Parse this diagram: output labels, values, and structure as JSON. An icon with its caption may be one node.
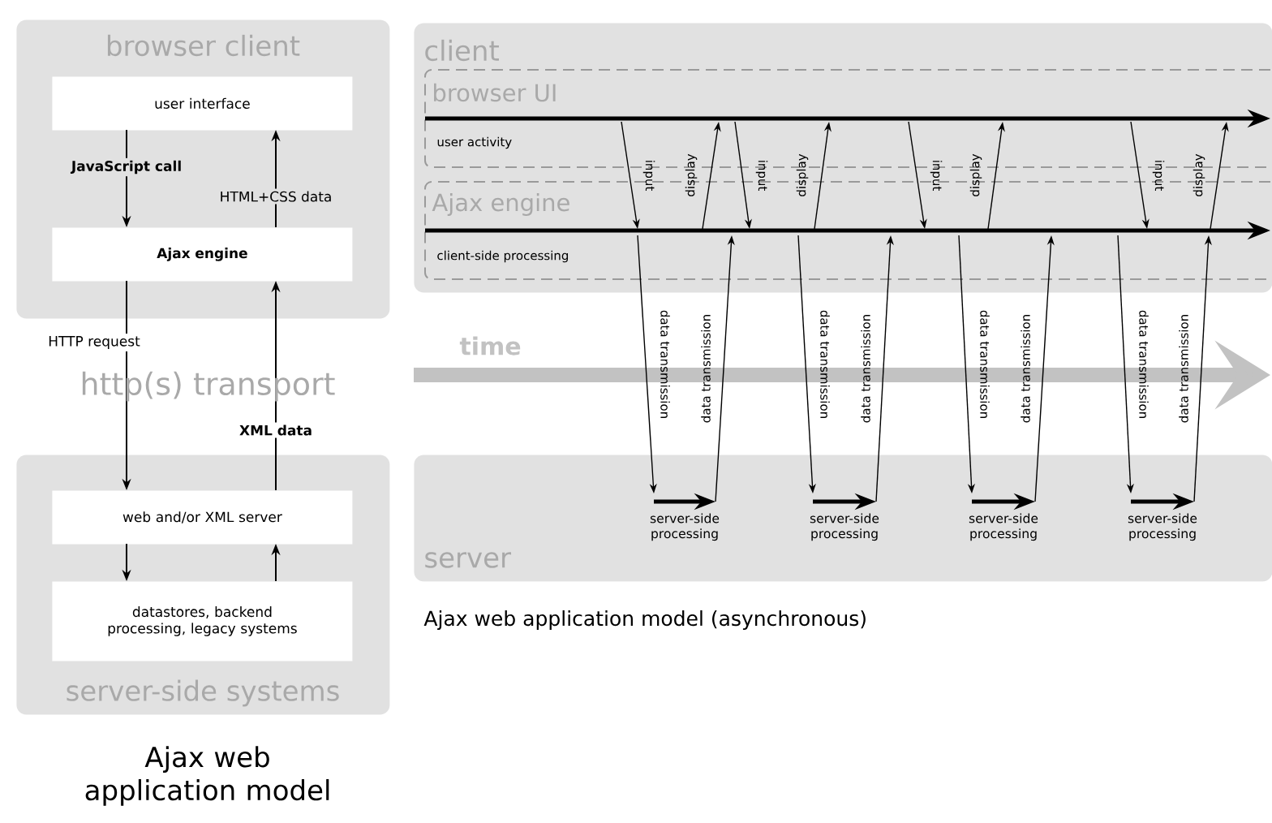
{
  "diagram": {
    "nodes": [
      {
        "text": [
          "browser client"
        ]
      },
      {
        "text": [
          "user interface"
        ],
        "in": 0
      },
      {
        "text": [
          "Ajax engine"
        ],
        "in": 0
      },
      {
        "text": [
          "server-side systems"
        ]
      },
      {
        "text": [
          "web and/or XML server"
        ],
        "in": 3
      },
      {
        "text": [
          "datastores, backend processing, legacy systems"
        ],
        "in": 3
      },
      {
        "text": [
          "client"
        ]
      },
      {
        "text": [
          "browser UI",
          "user activity"
        ],
        "in": 6
      },
      {
        "text": [
          "Ajax engine",
          "client-side processing"
        ],
        "in": 6
      },
      {
        "text": [
          "server"
        ]
      },
      {
        "text": [
          "server-side processing"
        ],
        "in": 9
      },
      {
        "text": [
          "server-side processing"
        ],
        "in": 9
      },
      {
        "text": [
          "server-side processing"
        ],
        "in": 9
      },
      {
        "text": [
          "server-side processing"
        ],
        "in": 9
      }
    ],
    "edges": [
      {
        "from": 1,
        "to": 2,
        "arrow": "to",
        "label": "JavaScript call"
      },
      {
        "from": 2,
        "to": 1,
        "arrow": "to",
        "label": "HTML+CSS data"
      },
      {
        "from": 2,
        "to": 4,
        "arrow": "to",
        "label": "HTTP request"
      },
      {
        "from": 4,
        "to": 2,
        "arrow": "to",
        "label": "XML data"
      },
      {
        "from": 4,
        "to": 5,
        "arrow": "to"
      },
      {
        "from": 5,
        "to": 4,
        "arrow": "to"
      },
      {
        "from": 7,
        "to": 8,
        "arrow": "to",
        "label": "input"
      },
      {
        "from": 8,
        "to": 7,
        "arrow": "to",
        "label": "display"
      },
      {
        "from": 8,
        "to": 10,
        "arrow": "to",
        "label": "data transmission"
      },
      {
        "from": 10,
        "to": 8,
        "arrow": "to",
        "label": "data transmission"
      },
      {
        "from": 7,
        "to": 8,
        "arrow": "to",
        "label": "input"
      },
      {
        "from": 8,
        "to": 7,
        "arrow": "to",
        "label": "display"
      },
      {
        "from": 8,
        "to": 11,
        "arrow": "to",
        "label": "data transmission"
      },
      {
        "from": 11,
        "to": 8,
        "arrow": "to",
        "label": "data transmission"
      },
      {
        "from": 7,
        "to": 8,
        "arrow": "to",
        "label": "input"
      },
      {
        "from": 8,
        "to": 7,
        "arrow": "to",
        "label": "display"
      },
      {
        "from": 8,
        "to": 12,
        "arrow": "to",
        "label": "data transmission"
      },
      {
        "from": 12,
        "to": 8,
        "arrow": "to",
        "label": "data transmission"
      },
      {
        "from": 7,
        "to": 8,
        "arrow": "to",
        "label": "input"
      },
      {
        "from": 8,
        "to": 7,
        "arrow": "to",
        "label": "display"
      },
      {
        "from": 8,
        "to": 13,
        "arrow": "to",
        "label": "data transmission"
      },
      {
        "from": 13,
        "to": 8,
        "arrow": "to",
        "label": "data transmission"
      }
    ],
    "labels": [
      "http(s) transport",
      "time",
      "Ajax web application model (asynchronous)",
      "Ajax web application model"
    ]
  }
}
